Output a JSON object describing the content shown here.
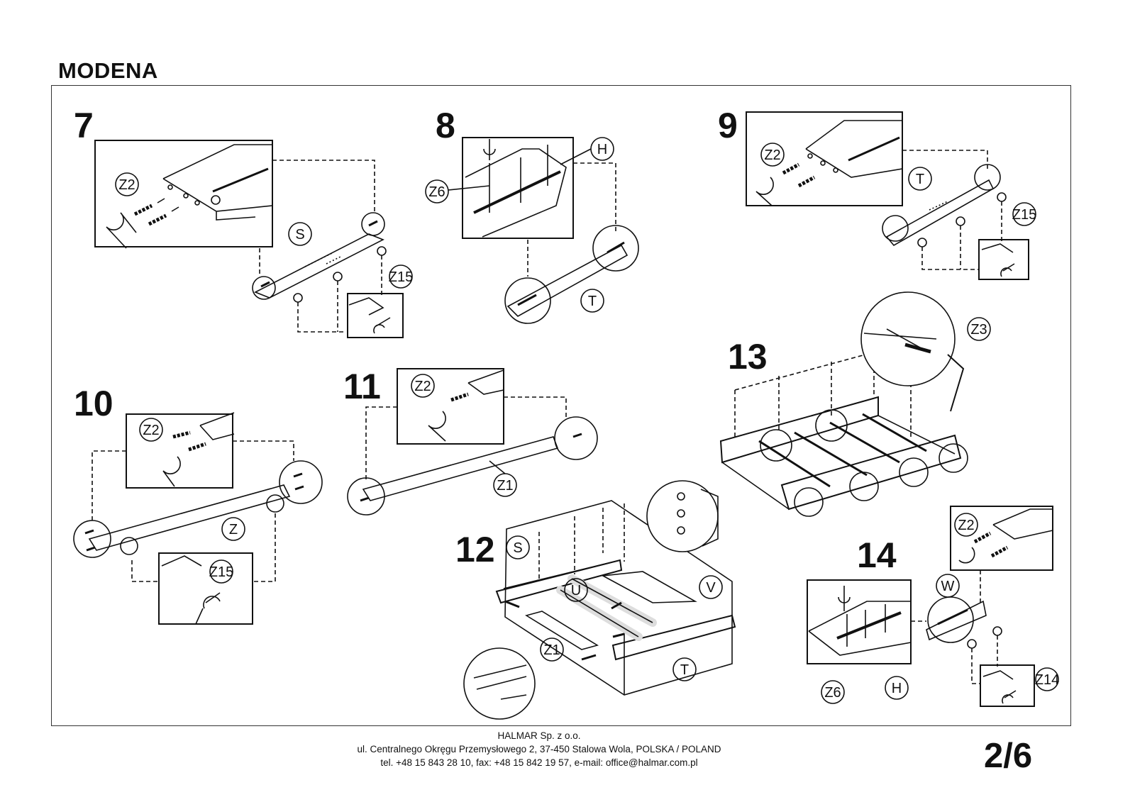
{
  "header": {
    "title": "MODENA"
  },
  "steps": [
    "7",
    "8",
    "9",
    "10",
    "11",
    "12",
    "13",
    "14"
  ],
  "parts": {
    "S": "S",
    "T": "T",
    "H": "H",
    "Z": "Z",
    "U": "U",
    "V": "V",
    "W": "W",
    "Z1": "Z1",
    "Z2": "Z2",
    "Z3": "Z3",
    "Z6": "Z6",
    "Z14": "Z14",
    "Z15": "Z15"
  },
  "footer": {
    "company": "HALMAR Sp. z o.o.",
    "address": "ul. Centralnego Okręgu Przemysłowego 2, 37-450 Stalowa Wola, POLSKA / POLAND",
    "contact": "tel. +48 15 843 28 10, fax: +48 15 842 19 57, e-mail: office@halmar.com.pl"
  },
  "page_number": "2/6"
}
